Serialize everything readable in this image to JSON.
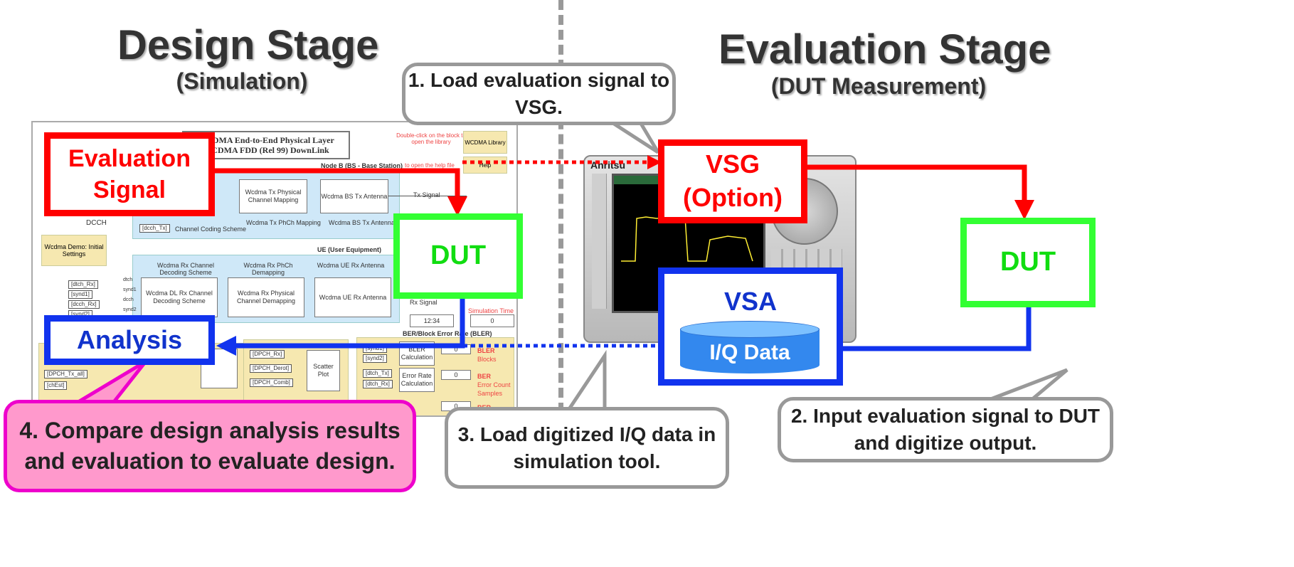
{
  "design_stage": {
    "title": "Design Stage",
    "subtitle": "(Simulation)"
  },
  "evaluation_stage": {
    "title": "Evaluation Stage",
    "subtitle": "(DUT Measurement)"
  },
  "steps": {
    "step1": "1. Load evaluation signal to VSG.",
    "step2": "2. Input evaluation signal to DUT and digitize output.",
    "step3": "3. Load digitized I/Q data in simulation tool.",
    "step4": "4. Compare design analysis results and evaluation to evaluate design."
  },
  "boxes": {
    "evaluation_signal": "Evaluation Signal",
    "dut_left": "DUT",
    "analysis": "Analysis",
    "vsg": "VSG (Option)",
    "dut_right": "DUT",
    "vsa": "VSA",
    "iq_data": "I/Q Data"
  },
  "simulation_screen": {
    "title_line1": "WCDMA End-to-End Physical Layer",
    "title_line2": "WCDMA FDD (Rel 99) DownLink",
    "hint_library": "Double-click on the block to open the library",
    "hint_help": "to open the help file",
    "library_block": "WCDMA Library",
    "help_block": "Help",
    "node_b_label": "Node B (BS - Base Station)",
    "ue_label": "UE (User Equipment)",
    "tx_blocks": [
      "Wcdma Tx Physical Channel Mapping",
      "Wcdma BS Tx Antenna"
    ],
    "tx_sub": [
      "Wcdma Tx PhCh Mapping",
      "Wcdma BS Tx Antenna"
    ],
    "tx_signal": "Tx Signal",
    "coding_label": "Channel Coding Scheme",
    "dtch_tag": "[dcch_Tx]",
    "dcch_label": "DCCH",
    "settings_block": "Wcdma Demo: Initial Settings",
    "rx_headers": [
      "Wcdma Rx Channel Decoding Scheme",
      "Wcdma Rx PhCh Demapping",
      "Wcdma UE Rx Antenna"
    ],
    "rx_blocks": [
      "Wcdma DL Rx Channel Decoding Scheme",
      "Wcdma Rx Physical Channel Demapping",
      "Wcdma UE Rx Antenna"
    ],
    "rx_signal": "Rx Signal",
    "rx_tags": [
      "[dtch_Rx]",
      "[synd1]",
      "[dcch_Rx]",
      "[synd2]"
    ],
    "rx_ports": [
      "dtch",
      "synd1",
      "dcch",
      "synd2"
    ],
    "sim_time_label": "Simulation Time",
    "sim_time_value": "12:34",
    "ber_header": "BER/Block Error Rate (BLER)",
    "bottom_tags_left": [
      "[DPCH_Tx_all]",
      "[chEst]"
    ],
    "bottom_tags_mid": [
      "[DPCH_Rx]",
      "[DPCH_Derot]",
      "[DPCH_Comb]"
    ],
    "scatter_plot": "Scatter Plot",
    "bler_block": "BLER Calculation",
    "ber_block": "Error Rate Calculation",
    "ber_tags": [
      "[synd1]",
      "[synd2]",
      "[dtch_Tx]",
      "[dtch_Rx]"
    ],
    "result_labels": [
      "BLER",
      "Blocks",
      "BER",
      "Error Count",
      "Samples",
      "BER"
    ],
    "zero": "0"
  },
  "instrument": {
    "brand": "Anritsu",
    "screen_title": "Power vs Time"
  },
  "colors": {
    "red": "#ff0000",
    "green": "#33ff33",
    "blue": "#1133ee",
    "pink_fill": "#ff99cc",
    "pink_border": "#ee00cc",
    "callout_border": "#999999"
  }
}
